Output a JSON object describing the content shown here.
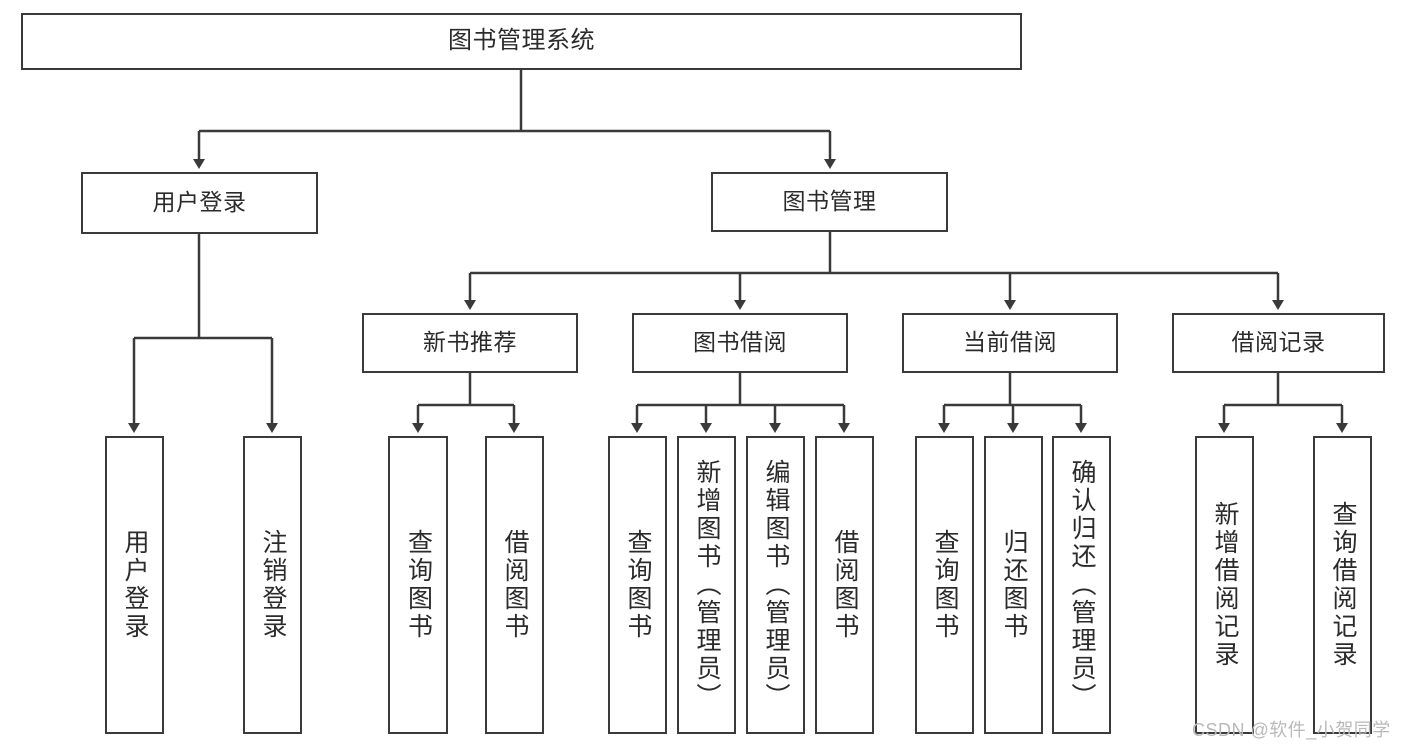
{
  "diagram": {
    "title": "图书管理系统",
    "type": "tree-hierarchy",
    "watermark": "CSDN @软件_小贺同学",
    "colors": {
      "stroke": "#3a3a3a",
      "fill": "#ffffff",
      "text": "#2b2b2b",
      "watermark": "#b9b9b9"
    },
    "levels": {
      "root": {
        "label": "图书管理系统"
      },
      "level2": [
        {
          "id": "user-login",
          "label": "用户登录"
        },
        {
          "id": "book-manage",
          "label": "图书管理"
        }
      ],
      "level3": [
        {
          "id": "new-book-rec",
          "label": "新书推荐",
          "parent": "book-manage"
        },
        {
          "id": "book-borrow",
          "label": "图书借阅",
          "parent": "book-manage"
        },
        {
          "id": "current-borrow",
          "label": "当前借阅",
          "parent": "book-manage"
        },
        {
          "id": "borrow-record",
          "label": "借阅记录",
          "parent": "book-manage"
        }
      ],
      "leaves": [
        {
          "id": "leaf-user-login",
          "label": "用户登录",
          "parent": "user-login"
        },
        {
          "id": "leaf-logout",
          "label": "注销登录",
          "parent": "user-login"
        },
        {
          "id": "leaf-query-book-1",
          "label": "查询图书",
          "parent": "new-book-rec"
        },
        {
          "id": "leaf-borrow-book-1",
          "label": "借阅图书",
          "parent": "new-book-rec"
        },
        {
          "id": "leaf-query-book-2",
          "label": "查询图书",
          "parent": "book-borrow"
        },
        {
          "id": "leaf-add-book",
          "label": "新增图书（管理员）",
          "parent": "book-borrow"
        },
        {
          "id": "leaf-edit-book",
          "label": "编辑图书（管理员）",
          "parent": "book-borrow"
        },
        {
          "id": "leaf-borrow-book-2",
          "label": "借阅图书",
          "parent": "book-borrow"
        },
        {
          "id": "leaf-query-book-3",
          "label": "查询图书",
          "parent": "current-borrow"
        },
        {
          "id": "leaf-return-book",
          "label": "归还图书",
          "parent": "current-borrow"
        },
        {
          "id": "leaf-confirm-return",
          "label": "确认归还（管理员）",
          "parent": "current-borrow"
        },
        {
          "id": "leaf-add-record",
          "label": "新增借阅记录",
          "parent": "borrow-record"
        },
        {
          "id": "leaf-query-record",
          "label": "查询借阅记录",
          "parent": "borrow-record"
        }
      ]
    }
  }
}
